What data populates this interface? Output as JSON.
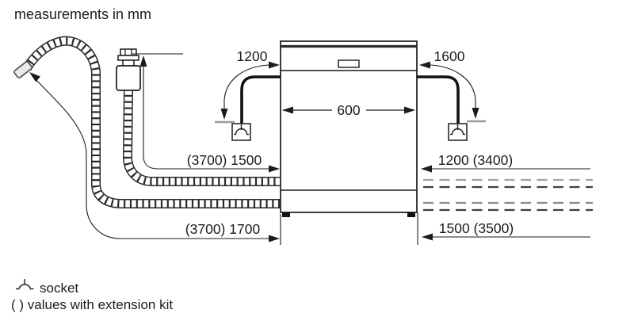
{
  "title": "measurements in mm",
  "dimensions": {
    "cable_left": "1200",
    "cable_right": "1600",
    "appliance_width": "600",
    "supply_hose": "(3700) 1500",
    "drain_hose": "(3700) 1700",
    "right_upper": "1200 (3400)",
    "right_lower": "1500 (3500)"
  },
  "legend": {
    "socket_label": "socket",
    "extension_label": "( ) values with extension kit"
  },
  "colors": {
    "line": "#1b1b1b",
    "gray": "#9a9a9a",
    "background": "#ffffff"
  }
}
